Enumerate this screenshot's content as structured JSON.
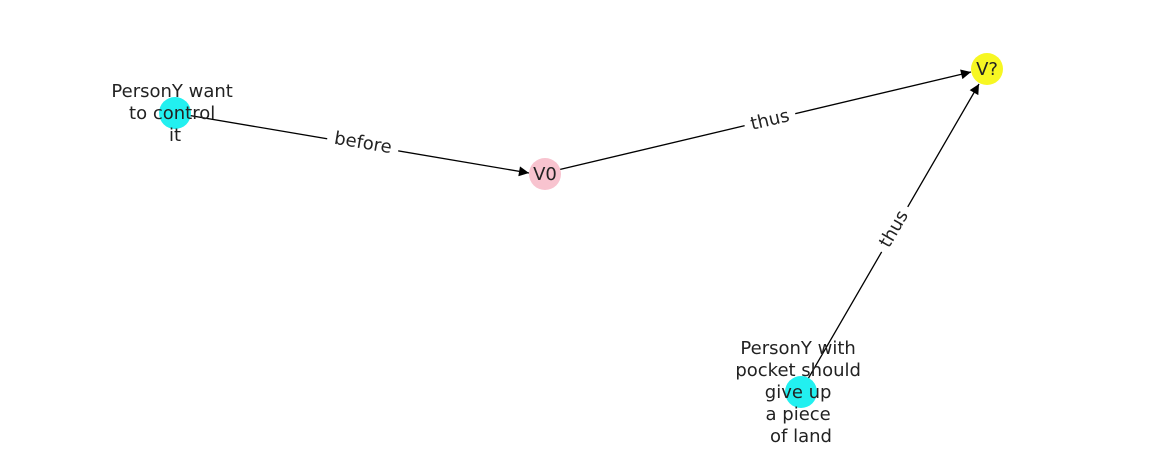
{
  "nodes": [
    {
      "id": "n1",
      "lines": [
        "PersonY want",
        "to control",
        "it"
      ],
      "color": "#22f0f0"
    },
    {
      "id": "v0",
      "lines": [
        "V0"
      ],
      "color": "#f8c3cf"
    },
    {
      "id": "vq",
      "lines": [
        "V?"
      ],
      "color": "#f7f722"
    },
    {
      "id": "n2",
      "lines": [
        "PersonY with",
        "pocket should",
        "give up",
        "a piece",
        "of land"
      ],
      "color": "#22f0f0"
    }
  ],
  "edges": [
    {
      "id": "e1",
      "label": "before"
    },
    {
      "id": "e2",
      "label": "thus"
    },
    {
      "id": "e3",
      "label": "thus"
    }
  ]
}
